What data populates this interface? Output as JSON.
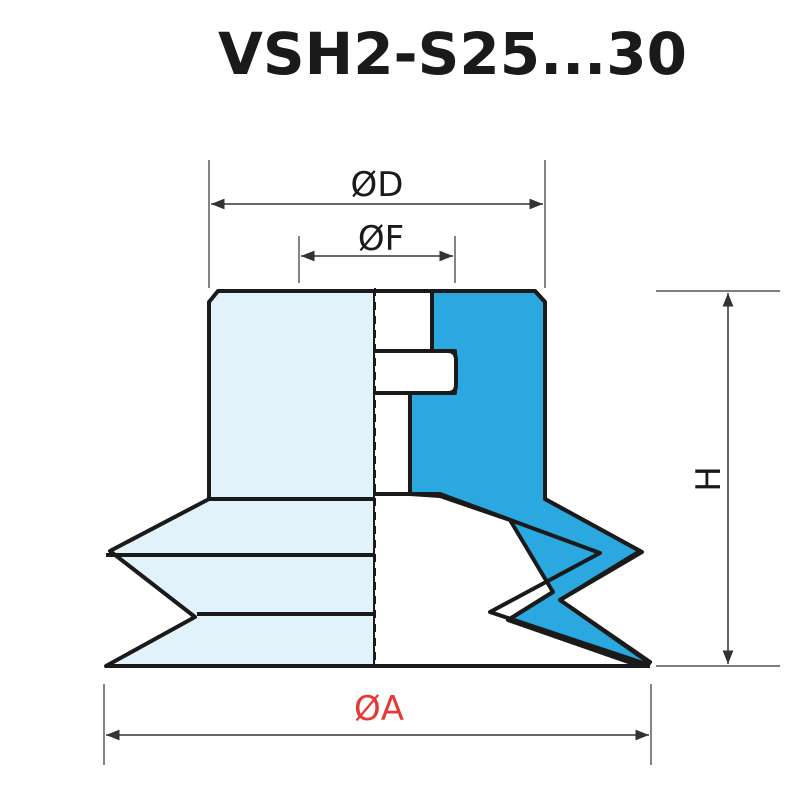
{
  "title": "VSH2-S25...30",
  "dimensions": {
    "D": "ØD",
    "F": "ØF",
    "H": "H",
    "A": "ØA"
  },
  "colors": {
    "body_light": "#e2f2fa",
    "body_section": "#2aa8df",
    "outline": "#1a1a1a",
    "dim_line": "#333333",
    "label_A": "#e53935"
  }
}
